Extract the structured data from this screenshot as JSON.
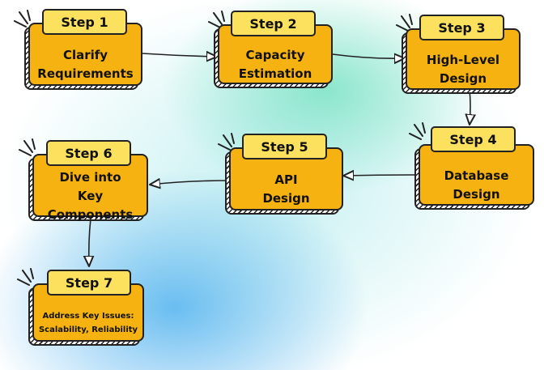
{
  "colors": {
    "card": "#f5b211",
    "tag": "#fbe15e",
    "ink": "#222222"
  },
  "steps": [
    {
      "tag": "Step 1",
      "text": "Clarify\nRequirements"
    },
    {
      "tag": "Step 2",
      "text": "Capacity\nEstimation"
    },
    {
      "tag": "Step 3",
      "text": "High-Level\nDesign"
    },
    {
      "tag": "Step 4",
      "text": "Database\nDesign"
    },
    {
      "tag": "Step 5",
      "text": "API\nDesign"
    },
    {
      "tag": "Step 6",
      "text": "Dive into\nKey Components"
    },
    {
      "tag": "Step 7",
      "text": "Address Key Issues:\nScalability, Reliability"
    }
  ],
  "flow": [
    [
      1,
      2
    ],
    [
      2,
      3
    ],
    [
      3,
      4
    ],
    [
      4,
      5
    ],
    [
      5,
      6
    ],
    [
      6,
      7
    ]
  ],
  "icons": {
    "highlight": "spark-icon",
    "flow": "arrow-icon"
  }
}
